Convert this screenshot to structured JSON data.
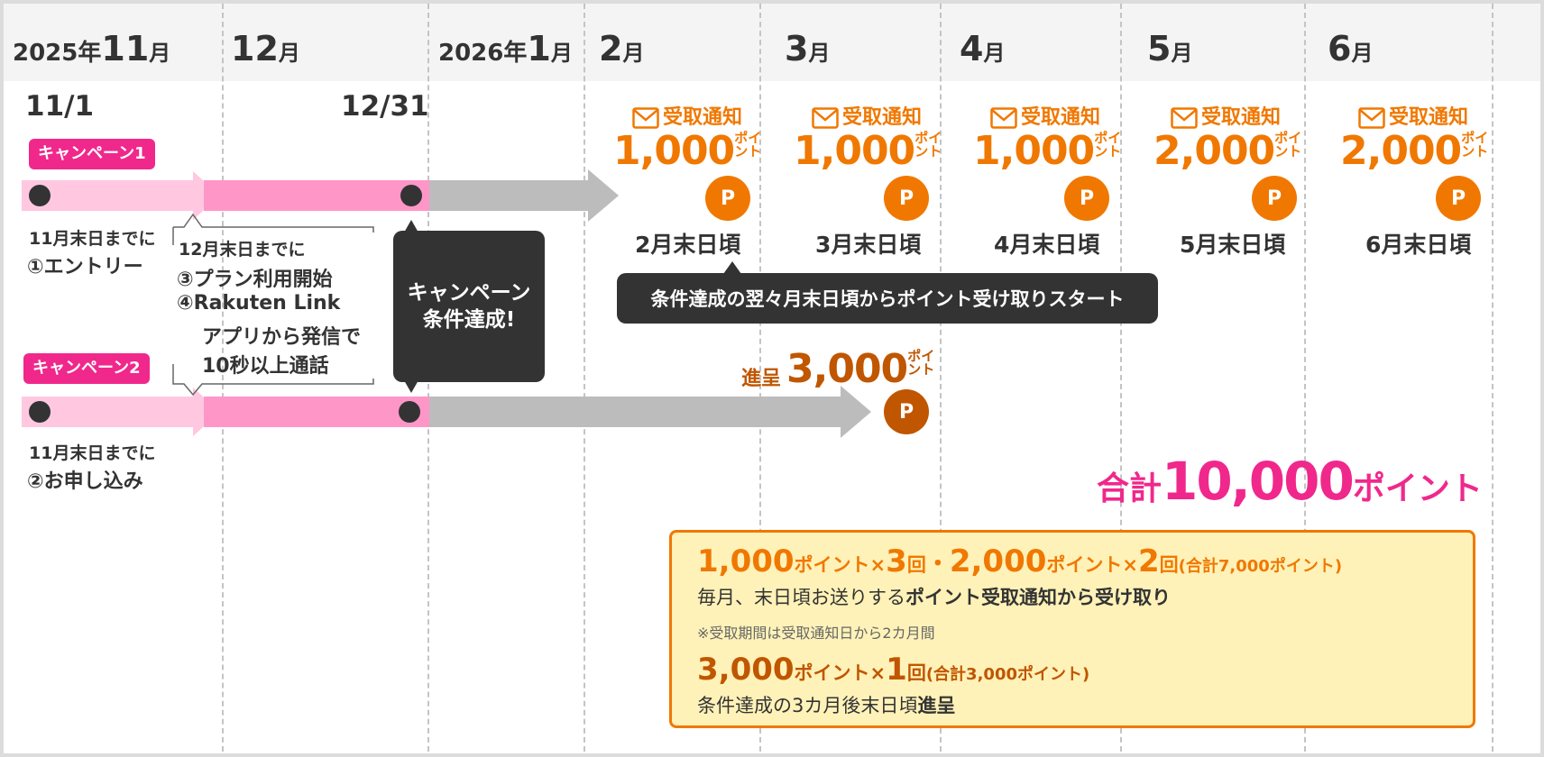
{
  "months": [
    {
      "year": "2025年",
      "num": "11",
      "unit": "月"
    },
    {
      "num": "12",
      "unit": "月"
    },
    {
      "year": "2026年",
      "num": "1",
      "unit": "月"
    },
    {
      "num": "2",
      "unit": "月"
    },
    {
      "num": "3",
      "unit": "月"
    },
    {
      "num": "4",
      "unit": "月"
    },
    {
      "num": "5",
      "unit": "月"
    },
    {
      "num": "6",
      "unit": "月"
    }
  ],
  "dates": {
    "start": "11/1",
    "end": "12/31"
  },
  "campaign1": {
    "tag": "キャンペーン1",
    "deadline": "11月末日までに",
    "step": "①エントリー"
  },
  "campaign2": {
    "tag": "キャンペーン2",
    "deadline": "11月末日までに",
    "step": "②お申し込み"
  },
  "requirements": {
    "deadline": "12月末日までに",
    "step3": "③プラン利用開始",
    "step4_line1": "④Rakuten Link",
    "step4_line2": "アプリから発信で",
    "step4_line3": "10秒以上通話"
  },
  "achieved": {
    "line1": "キャンペーン",
    "line2": "条件達成!"
  },
  "monthly_rewards": [
    {
      "notice": "受取通知",
      "amount": "1,000",
      "unit1": "ポイ",
      "unit2": "ント",
      "coin": "P",
      "when": "2月末日頃"
    },
    {
      "notice": "受取通知",
      "amount": "1,000",
      "unit1": "ポイ",
      "unit2": "ント",
      "coin": "P",
      "when": "3月末日頃"
    },
    {
      "notice": "受取通知",
      "amount": "1,000",
      "unit1": "ポイ",
      "unit2": "ント",
      "coin": "P",
      "when": "4月末日頃"
    },
    {
      "notice": "受取通知",
      "amount": "2,000",
      "unit1": "ポイ",
      "unit2": "ント",
      "coin": "P",
      "when": "5月末日頃"
    },
    {
      "notice": "受取通知",
      "amount": "2,000",
      "unit1": "ポイ",
      "unit2": "ント",
      "coin": "P",
      "when": "6月末日頃"
    }
  ],
  "start_note": "条件達成の翌々月末日頃からポイント受け取りスタート",
  "gift": {
    "label": "進呈",
    "amount": "3,000",
    "unit1": "ポイ",
    "unit2": "ント",
    "coin": "P"
  },
  "total": {
    "prefix": "合計",
    "amount": "10,000",
    "suffix": "ポイント"
  },
  "summary": {
    "row1": {
      "a1": "1,000",
      "u1": "ポイント",
      "x1": "×",
      "c1": "3",
      "k1": "回",
      "sep": "・",
      "a2": "2,000",
      "u2": "ポイント",
      "x2": "×",
      "c2": "2",
      "k2": "回",
      "total": "(合計7,000ポイント)"
    },
    "row1_desc_normal": "毎月、末日頃お送りする",
    "row1_desc_bold": "ポイント受取通知から受け取り",
    "note": "※受取期間は受取通知日から2カ月間",
    "row2": {
      "a": "3,000",
      "u": "ポイント",
      "x": "×",
      "c": "1",
      "k": "回",
      "total": "(合計3,000ポイント)"
    },
    "row2_desc_normal": "条件達成の3カ月後末日頃",
    "row2_desc_bold": "進呈"
  },
  "colors": {
    "pink": "#f0288c",
    "pink_light": "#ffc8e0",
    "pink_mid": "#ff96c8",
    "gray_arrow": "#bcbcbc",
    "orange": "#f07800",
    "dark_orange": "#c05600",
    "box_fill": "#fff2b8",
    "dark": "#333333"
  },
  "icons": [
    "envelope-icon",
    "point-coin-icon"
  ]
}
